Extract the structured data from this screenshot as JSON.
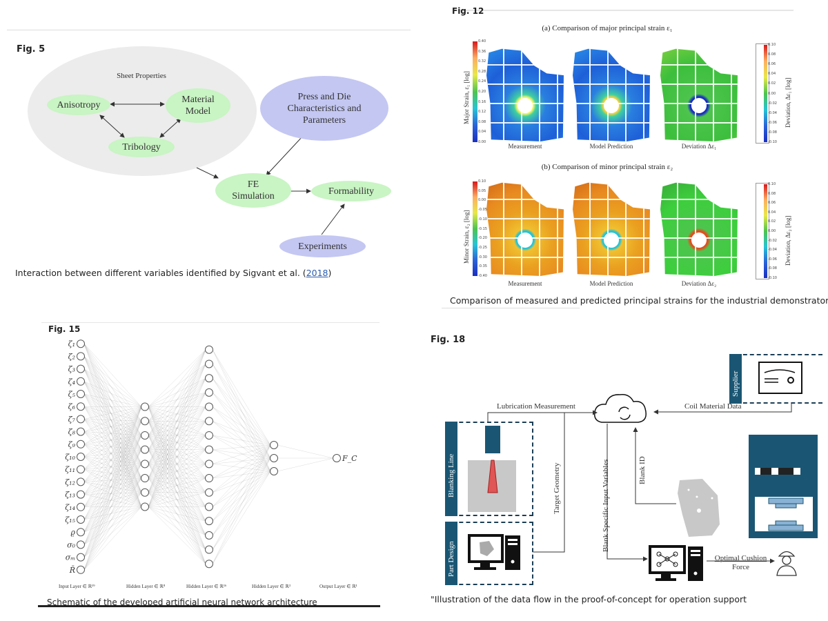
{
  "fig5": {
    "label": "Fig. 5",
    "group_title": "Sheet Properties",
    "nodes": {
      "anisotropy": "Anisotropy",
      "material_model_1": "Material",
      "material_model_2": "Model",
      "tribology": "Tribology",
      "press_1": "Press and Die",
      "press_2": "Characteristics and",
      "press_3": "Parameters",
      "fe_1": "FE",
      "fe_2": "Simulation",
      "formability": "Formability",
      "experiments": "Experiments"
    },
    "caption": "Interaction between different variables identified by Sigvant et al. (",
    "caption_link": "2018",
    "caption_end": ")",
    "colors": {
      "node_green": "#c9f4c4",
      "node_purple": "#c4c7f2",
      "group_gray": "#ececec",
      "link": "#2a5db0"
    }
  },
  "fig12": {
    "label": "Fig. 12",
    "title_a": "(a) Comparison of major principal strain ε₁",
    "title_b": "(b) Comparison of minor principal strain ε₂",
    "ylabel_major": "Major Strain, ε₁ [log]",
    "ylabel_minor": "Minor Strain, ε₂ [log]",
    "ylabel_dev_a": "Deviation, Δε₁ [log]",
    "ylabel_dev_b": "Deviation, Δε₂ [log]",
    "panels_a": [
      "Measurement",
      "Model Prediction",
      "Deviation Δε₁"
    ],
    "panels_b": [
      "Measurement",
      "Model Prediction",
      "Deviation Δε₂"
    ],
    "ticks_major": [
      "0.40",
      "0.36",
      "0.32",
      "0.28",
      "0.24",
      "0.20",
      "0.16",
      "0.12",
      "0.08",
      "0.04",
      "0.00"
    ],
    "ticks_minor": [
      "0.10",
      "0.05",
      "0.00",
      "-0.05",
      "-0.10",
      "-0.15",
      "-0.20",
      "-0.25",
      "-0.30",
      "-0.35",
      "-0.40"
    ],
    "ticks_dev": [
      "0.10",
      "0.08",
      "0.06",
      "0.04",
      "0.02",
      "0.00",
      "-0.02",
      "-0.04",
      "-0.06",
      "-0.08",
      "-0.10"
    ],
    "caption": "Comparison of measured and predicted principal strains for the industrial demonstrator drawn"
  },
  "fig15": {
    "label": "Fig. 15",
    "inputs": [
      "ζ₁",
      "ζ₂",
      "ζ₃",
      "ζ₄",
      "ζ₅",
      "ζ₆",
      "ζ₇",
      "ζ₈",
      "ζ₉",
      "ζ₁₀",
      "ζ₁₁",
      "ζ₁₂",
      "ζ₁₃",
      "ζ₁₄",
      "ζ₁₅",
      "ϱ",
      "σ₀",
      "σₘ",
      "R̄"
    ],
    "layer_sizes": [
      19,
      8,
      16,
      3,
      1
    ],
    "output": "F_C",
    "layer_labels": [
      "Input Layer ∈ ℝ¹⁹",
      "Hidden Layer ∈ ℝ⁸",
      "Hidden Layer ∈ ℝ¹⁶",
      "Hidden Layer ∈ ℝ³",
      "Output Layer ∈ ℝ¹"
    ],
    "caption": "Schematic of the developed artificial neural network architecture"
  },
  "fig18": {
    "label": "Fig. 18",
    "supplier": "Supplier",
    "blanking_line": "Blanking Line",
    "part_design": "Part Design",
    "lubrication": "Lubrication Measurement",
    "coil": "Coil Material Data",
    "target_geometry": "Target Geometry",
    "blank_vars": "Blank Specific Input Variables",
    "blank_id": "Blank ID",
    "cushion_1": "Optimal Cushion",
    "cushion_2": "Force",
    "caption": "\"Illustration of the data flow in the proof-of-concept for operation support",
    "colors": {
      "accent": "#1a5673",
      "laser": "#e05555",
      "blank": "#c8c8c8"
    }
  }
}
